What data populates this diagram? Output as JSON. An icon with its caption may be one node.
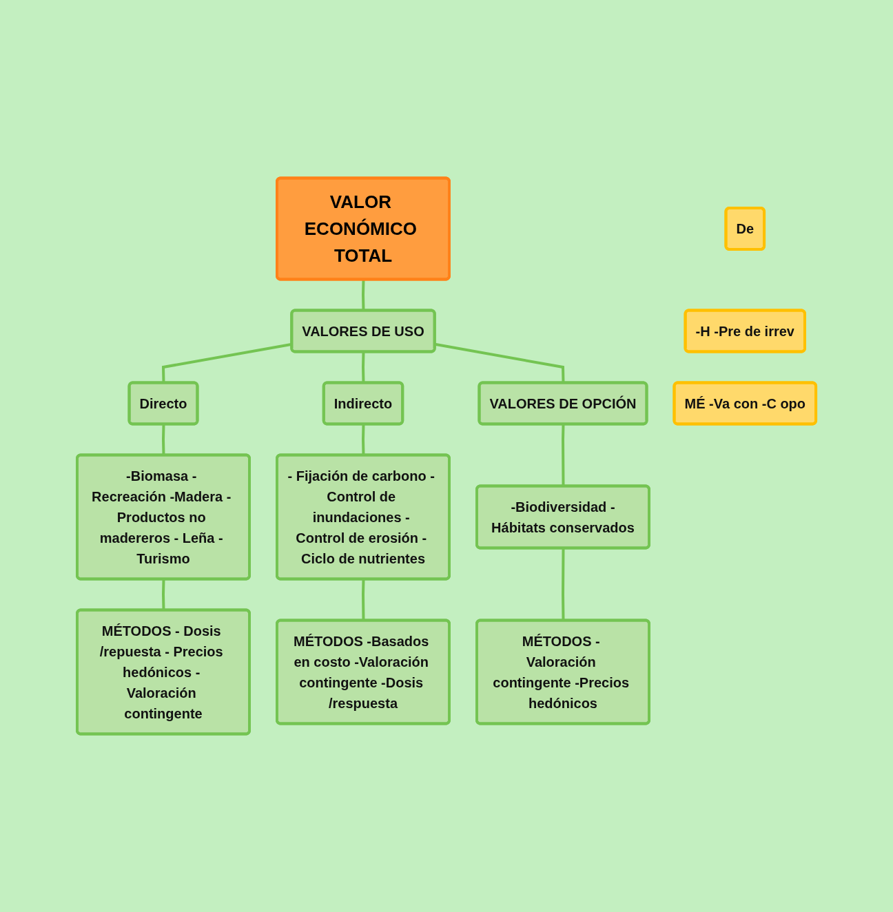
{
  "diagram": {
    "nodes": [
      {
        "text": [
          "VALOR ECONÓMICO TOTAL"
        ]
      },
      {
        "text": [
          "VALORES DE USO"
        ]
      },
      {
        "text": [
          "Directo"
        ]
      },
      {
        "text": [
          "Indirecto"
        ]
      },
      {
        "text": [
          "VALORES DE OPCIÓN"
        ]
      },
      {
        "text": [
          "De"
        ]
      },
      {
        "text": [
          "-Biomasa - Recreación -Madera - Productos no madereros - Leña - Turismo"
        ]
      },
      {
        "text": [
          "- Fijación de carbono - Control de inundaciones - Control de erosión - Ciclo de nutrientes"
        ]
      },
      {
        "text": [
          "-Biodiversidad -Hábitats conservados"
        ]
      },
      {
        "text": [
          "-H -Pre de irrev"
        ]
      },
      {
        "text": [
          "MÉTODOS - Dosis /repuesta - Precios hedónicos - Valoración contingente"
        ]
      },
      {
        "text": [
          "MÉTODOS -Basados en costo -Valoración contingente -Dosis /respuesta"
        ]
      },
      {
        "text": [
          "MÉTODOS - Valoración contingente -Precios hedónicos"
        ]
      },
      {
        "text": [
          "MÉ -Va con -C opo"
        ]
      }
    ],
    "edges": [
      {
        "from": 0,
        "to": 1,
        "arrow": "none"
      },
      {
        "from": 1,
        "to": 2,
        "arrow": "none"
      },
      {
        "from": 1,
        "to": 3,
        "arrow": "none"
      },
      {
        "from": 1,
        "to": 4,
        "arrow": "none"
      },
      {
        "from": 2,
        "to": 6,
        "arrow": "none"
      },
      {
        "from": 3,
        "to": 7,
        "arrow": "none"
      },
      {
        "from": 4,
        "to": 8,
        "arrow": "none"
      },
      {
        "from": 6,
        "to": 10,
        "arrow": "none"
      },
      {
        "from": 7,
        "to": 11,
        "arrow": "none"
      },
      {
        "from": 8,
        "to": 12,
        "arrow": "none"
      }
    ]
  }
}
